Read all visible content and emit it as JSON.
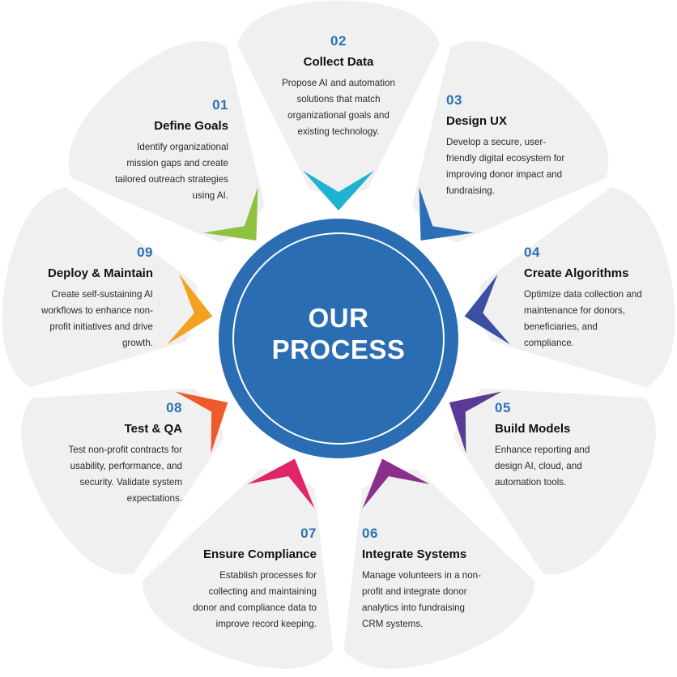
{
  "center": {
    "line1": "OUR",
    "line2": "PROCESS"
  },
  "colors": {
    "center_fill": "#2a6db3",
    "center_ring": "#ffffff",
    "number_text": "#2c70b6",
    "petal_fill": "#f0f0f0"
  },
  "steps": [
    {
      "number": "01",
      "title": "Define Goals",
      "description": "Identify organizational mission gaps and create tailored outreach strategies using AI.",
      "color": "#8dc13f"
    },
    {
      "number": "02",
      "title": "Collect Data",
      "description": "Propose AI and automation solutions that match organizational goals and existing technology.",
      "color": "#1fb3d1"
    },
    {
      "number": "03",
      "title": "Design UX",
      "description": "Develop a secure, user-friendly digital ecosystem for improving donor impact and fundraising.",
      "color": "#2b6fba"
    },
    {
      "number": "04",
      "title": "Create Algorithms",
      "description": "Optimize data collection and maintenance for donors, beneficiaries, and compliance.",
      "color": "#3d4fa3"
    },
    {
      "number": "05",
      "title": "Build Models",
      "description": "Enhance reporting and design AI, cloud, and automation tools.",
      "color": "#5a3a97"
    },
    {
      "number": "06",
      "title": "Integrate Systems",
      "description": "Manage volunteers in a non-profit and integrate donor analytics into fundraising CRM systems.",
      "color": "#8b2f8c"
    },
    {
      "number": "07",
      "title": "Ensure Compliance",
      "description": "Establish processes for collecting and maintaining donor and compliance data to improve record keeping.",
      "color": "#e0246a"
    },
    {
      "number": "08",
      "title": "Test & QA",
      "description": "Test non-profit contracts for usability, performance, and security. Validate system expectations.",
      "color": "#ef5a2a"
    },
    {
      "number": "09",
      "title": "Deploy & Maintain",
      "description": "Create self-sustaining AI workflows to enhance non-profit initiatives and drive growth.",
      "color": "#f2a21e"
    }
  ]
}
